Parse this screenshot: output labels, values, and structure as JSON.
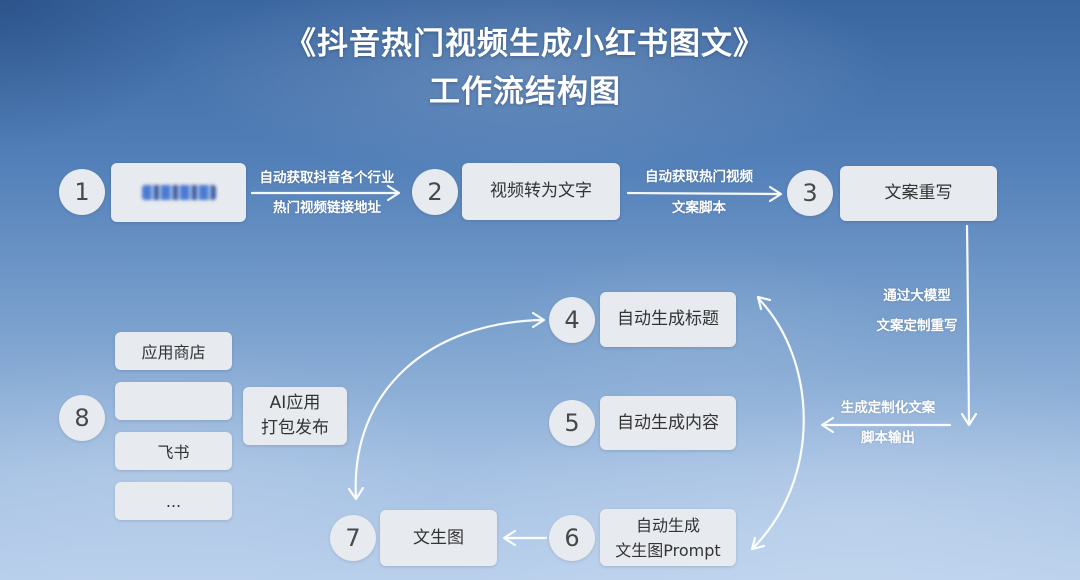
{
  "title": {
    "line1": "《抖音热门视频生成小红书图文》",
    "line2": "工作流结构图"
  },
  "theme": {
    "node_fill": "#e7eaef",
    "node_text": "#333333",
    "arrow_color": "#ffffff",
    "label_color": "#ffffff"
  },
  "nodes": {
    "step1": {
      "number": "1"
    },
    "step2": {
      "number": "2",
      "label": "视频转为文字"
    },
    "step3": {
      "number": "3",
      "label": "文案重写"
    },
    "step4": {
      "number": "4",
      "label": "自动生成标题"
    },
    "step5": {
      "number": "5",
      "label": "自动生成内容"
    },
    "step6": {
      "number": "6",
      "label_line1": "自动生成",
      "label_line2": "文生图Prompt"
    },
    "step7": {
      "number": "7",
      "label": "文生图"
    },
    "step8": {
      "number": "8",
      "label_line1": "AI应用",
      "label_line2": "打包发布"
    }
  },
  "edges": {
    "step1_to_step2": {
      "above": "自动获取抖音各个行业",
      "below": "热门视频链接地址"
    },
    "step2_to_step3": {
      "above": "自动获取热门视频",
      "below": "文案脚本"
    },
    "step3_rewrite": {
      "line1": "通过大模型",
      "line2": "文案定制重写"
    },
    "rewrite_output": {
      "line1": "生成定制化文案",
      "line2": "脚本输出"
    }
  },
  "platforms": [
    "应用商店",
    "",
    "飞书",
    "..."
  ]
}
